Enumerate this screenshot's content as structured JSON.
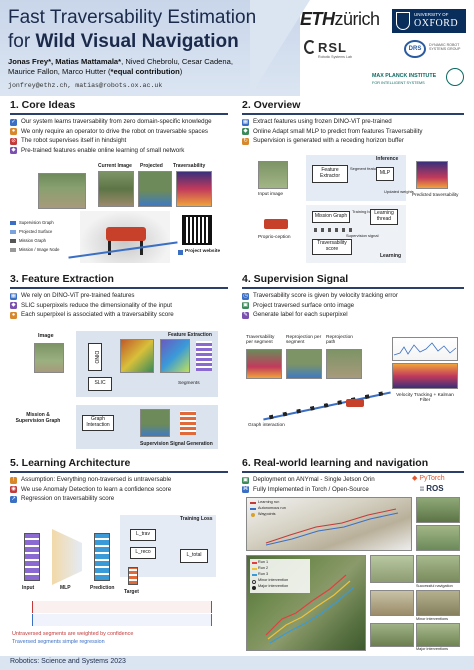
{
  "header": {
    "title_line1": "Fast Traversability Estimation",
    "title_for": "for",
    "title_bold": "Wild Visual Navigation",
    "authors_bold": "Jonas Frey*, Matias Mattamala*",
    "authors_rest": ", Nived Chebrolu, Cesar Cadena,",
    "authors_line2_pre": "Maurice Fallon, Marco Hutter (",
    "authors_line2_bold": "*equal contribution",
    "authors_line2_post": ")",
    "emails": "jonfrey@ethz.ch, matias@robots.ox.ac.uk"
  },
  "logos": {
    "eth": "ETH",
    "eth_suffix": "zürich",
    "oxford_small": "UNIVERSITY OF",
    "oxford_big": "OXFORD",
    "rsl": "RSL",
    "rsl_sub": "Robotic Systems Lab",
    "drs": "DRS",
    "drs_sub": "DYNAMIC ROBOT SYSTEMS GROUP",
    "mpi": "MAX PLANCK INSTITUTE",
    "mpi_sub": "FOR INTELLIGENT SYSTEMS"
  },
  "sections": {
    "core": {
      "title": "1. Core Ideas",
      "bullets": [
        "Our system learns traversability from zero domain-specific knowledge",
        "We only require an operator to drive the robot on traversable spaces",
        "The robot supervises itself in hindsight",
        "Pre-trained features enable online learning of small network"
      ],
      "fig": {
        "current_image": "Current Image",
        "projected": "Projected",
        "traversability": "Traversability",
        "legend": [
          "Supervision Graph",
          "Projected Surface",
          "Mission Graph",
          "Mission / Image Node"
        ],
        "qr_label": "Project website"
      }
    },
    "overview": {
      "title": "2. Overview",
      "bullets": [
        "Extract features using frozen DINO-ViT pre-trained",
        "Online Adapt small MLP to predict from features Traversability",
        "Supervision is generated with a receding horizon buffer"
      ],
      "fig": {
        "inference": "Inference",
        "feature_extractor": "Feature Extractor",
        "segment_features": "Segment features",
        "mlp": "MLP",
        "updated_weights": "Updated weights",
        "input_image": "Input image",
        "predicted": "Predicted traversability",
        "mission_graph": "Mission Graph",
        "learning_thread": "Learning thread",
        "training_batch": "Training batch",
        "supervision_signal": "Supervision signal",
        "proprioception": "Proprio-ception",
        "traversability_score": "Traversability score",
        "learning": "Learning"
      }
    },
    "feature": {
      "title": "3. Feature Extraction",
      "bullets": [
        "We rely on DINO-ViT pre-trained features",
        "SLIC superpixels reduce the dimensionality of the input",
        "Each superpixel is associated with a traversability score"
      ],
      "fig": {
        "feature_extraction": "Feature Extraction",
        "image": "Image",
        "dino": "DINO",
        "slic": "SLIC",
        "mission": "Mission & Supervision Graph",
        "graph_interaction": "Graph Interaction",
        "segments": "Segments",
        "sup_gen": "Supervision Signal Generation"
      }
    },
    "supervision": {
      "title": "4. Supervision Signal",
      "bullets": [
        "Traversability score is given by velocity tracking error",
        "Project traversed surface onto image",
        "Generate label for each superpixel"
      ],
      "fig": {
        "trav_per_segment": "Traversability per segment",
        "reprojection_segment": "Reprojection per segment",
        "reprojection_path": "Reprojection path",
        "graph_interaction": "Graph interaction",
        "velocity_tracking": "Velocity Tracking + Kalman Filter"
      }
    },
    "learning": {
      "title": "5. Learning Architecture",
      "bullets": [
        "Assumption: Everything non-traversed is untraversable",
        "We use Anomaly Detection to learn a confidence score",
        "Regression on traversability score"
      ],
      "fig": {
        "training_loss": "Training Loss",
        "input": "Input",
        "mlp": "MLP",
        "prediction": "Prediction",
        "target": "Target",
        "loss_labels": [
          "L_trav",
          "L_reco",
          "L_total"
        ],
        "note1": "Untraversed segments are weighted by confidence",
        "note2": "Traversed segments simple regression"
      }
    },
    "realworld": {
      "title": "6. Real-world learning and navigation",
      "bullets": [
        "Deployment on ANYmal - Single Jetson Orin",
        "Fully Implemented in Torch / Open-Source"
      ],
      "logos": {
        "pytorch": "PyTorch",
        "ros": "ROS"
      },
      "legend": [
        "Learning run",
        "Autonomous run",
        "Waypoints"
      ],
      "runs": [
        "Run 1",
        "Run 2",
        "Run 3",
        "Minor intervention",
        "Major intervention"
      ],
      "captions": [
        "Successful navigation",
        "Minor interventions",
        "Major interventions"
      ]
    }
  },
  "footer": {
    "text": "Robotics: Science and Systems 2023"
  },
  "colors": {
    "rule": "#2b3f6b",
    "header_band": "#c9d6ea",
    "panel": "#dbe3ef"
  }
}
